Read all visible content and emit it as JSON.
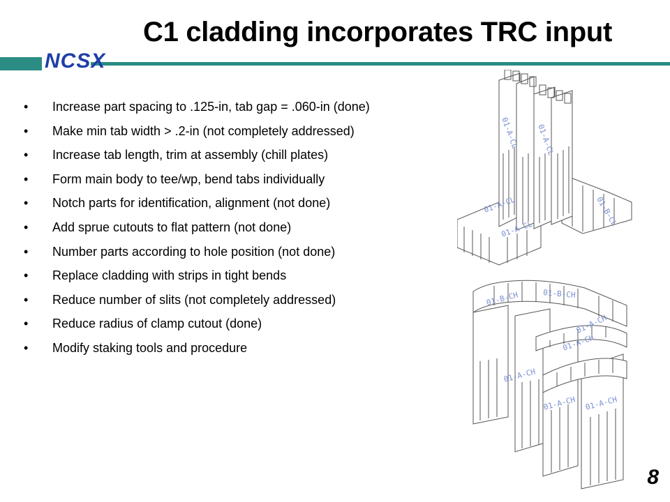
{
  "slide": {
    "title": "C1 cladding incorporates TRC input",
    "logo": "NCSX",
    "page_number": "8",
    "bullet_glyph": "•",
    "bullets": [
      "Increase part spacing to .125-in, tab gap = .060-in (done)",
      "Make min tab width > .2-in (not completely addressed)",
      "Increase tab length, trim at assembly (chill plates)",
      "Form main body to tee/wp, bend tabs individually",
      "Notch parts for identification, alignment (not done)",
      "Add sprue cutouts to flat pattern (not done)",
      "Number parts according to hole position (not done)",
      "Replace cladding with strips in tight bends",
      "Reduce number of slits (not completely addressed)",
      "Reduce radius of clamp cutout (done)",
      "Modify staking tools and procedure"
    ]
  },
  "colors": {
    "accent": "#2a8c82",
    "logo_text": "#1f3ea8",
    "part_label": "#7a8fd0"
  },
  "figures": {
    "top": {
      "labels": [
        "01-A-CL",
        "01-A-CL",
        "01-A-CL",
        "01-A-CL",
        "01-B-CL"
      ]
    },
    "bottom": {
      "labels": [
        "01-B-CH",
        "01-B-CH",
        "01-A-CH",
        "01-A-CH",
        "01-A-CH",
        "01-A-CH",
        "01-A-CH"
      ]
    }
  }
}
